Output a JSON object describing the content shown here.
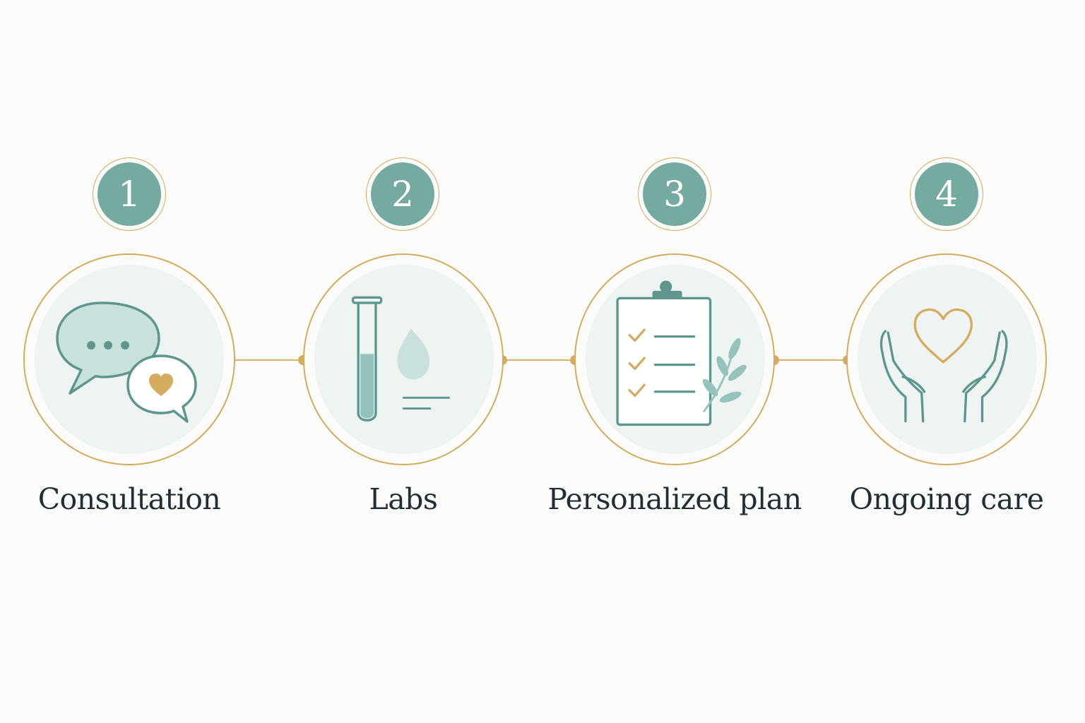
{
  "steps": [
    {
      "number": "1",
      "label": "Consultation",
      "icon": "chat-bubbles-heart-icon"
    },
    {
      "number": "2",
      "label": "Labs",
      "icon": "test-tube-drop-icon"
    },
    {
      "number": "3",
      "label": "Personalized plan",
      "icon": "clipboard-checklist-leaf-icon"
    },
    {
      "number": "4",
      "label": "Ongoing care",
      "icon": "hands-heart-icon"
    }
  ],
  "colors": {
    "teal": "#75aaa1",
    "teal_light": "#c9e1dc",
    "teal_stroke": "#5e968e",
    "gold": "#d4ab5f",
    "text": "#1f2f33",
    "background": "#fbfbfa"
  }
}
